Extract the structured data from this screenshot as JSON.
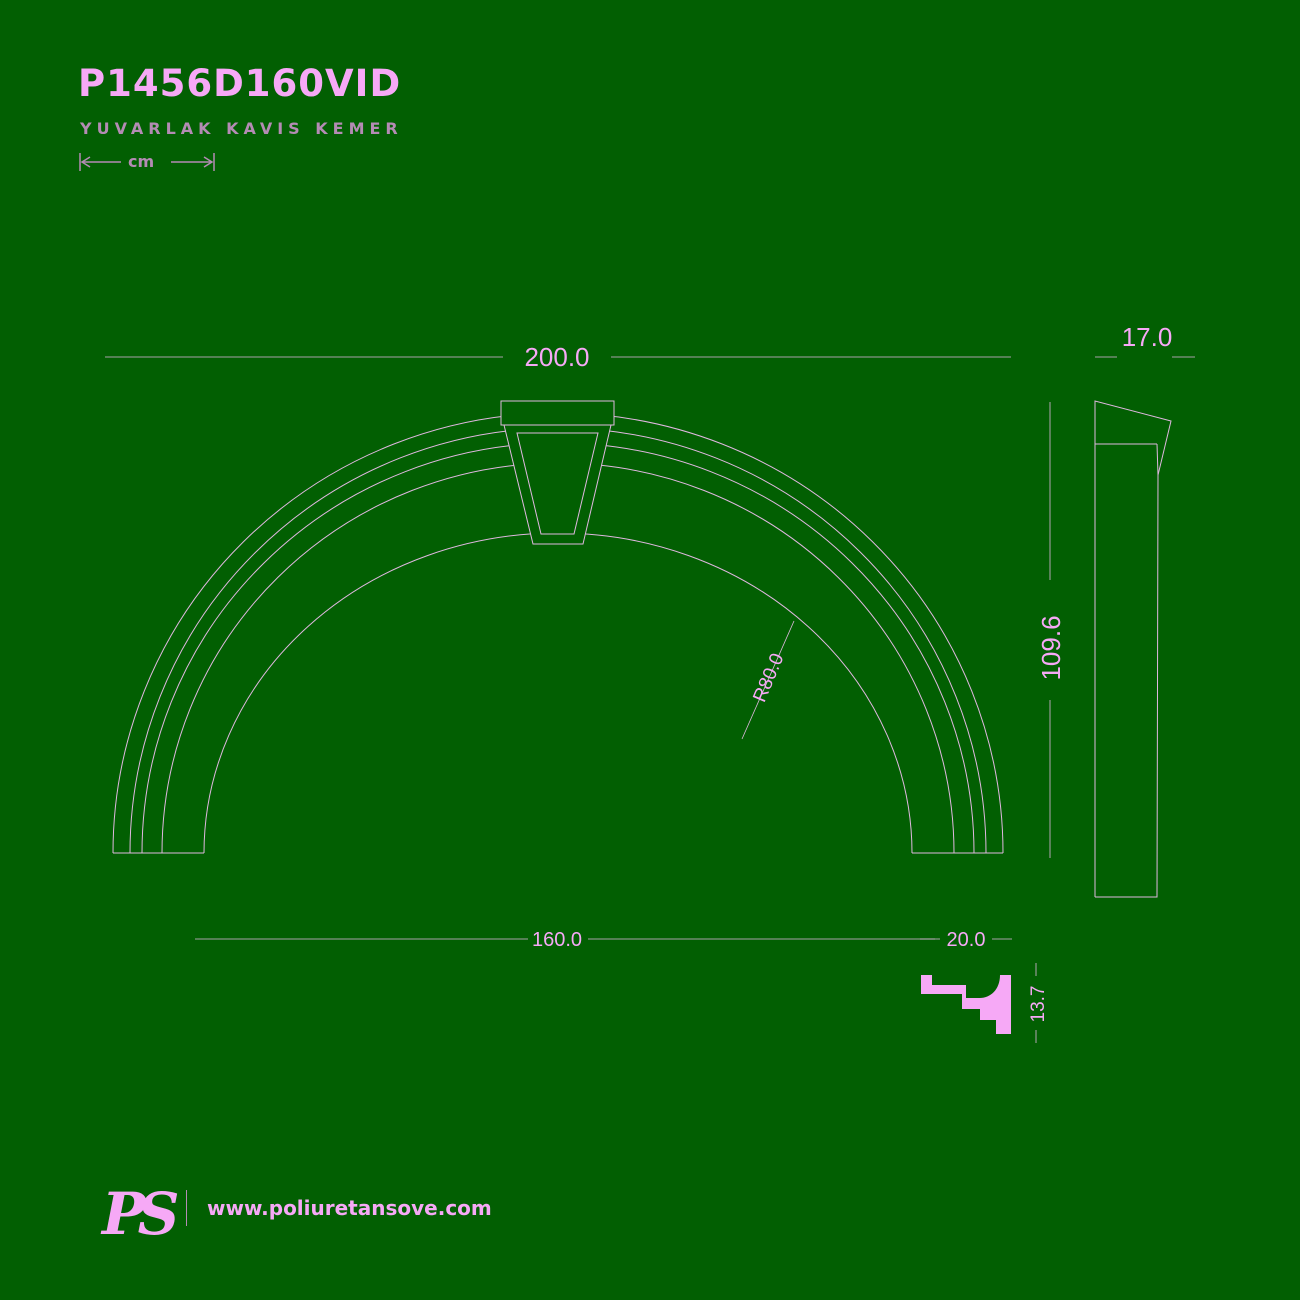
{
  "header": {
    "product_code": "P1456D160VID",
    "product_name": "YUVARLAK KAVIS KEMER",
    "unit": "cm"
  },
  "dimensions": {
    "overall_width": "200.0",
    "depth": "17.0",
    "height": "109.6",
    "inner_radius": "R80.0",
    "inner_span": "160.0",
    "profile_width": "20.0",
    "profile_height": "13.7"
  },
  "footer": {
    "logo_text": "PS",
    "website": "www.poliuretansove.com"
  },
  "colors": {
    "background": "#025f02",
    "accent": "#f6a9f6",
    "muted": "#b48cb4",
    "line": "#e0b8e0"
  }
}
